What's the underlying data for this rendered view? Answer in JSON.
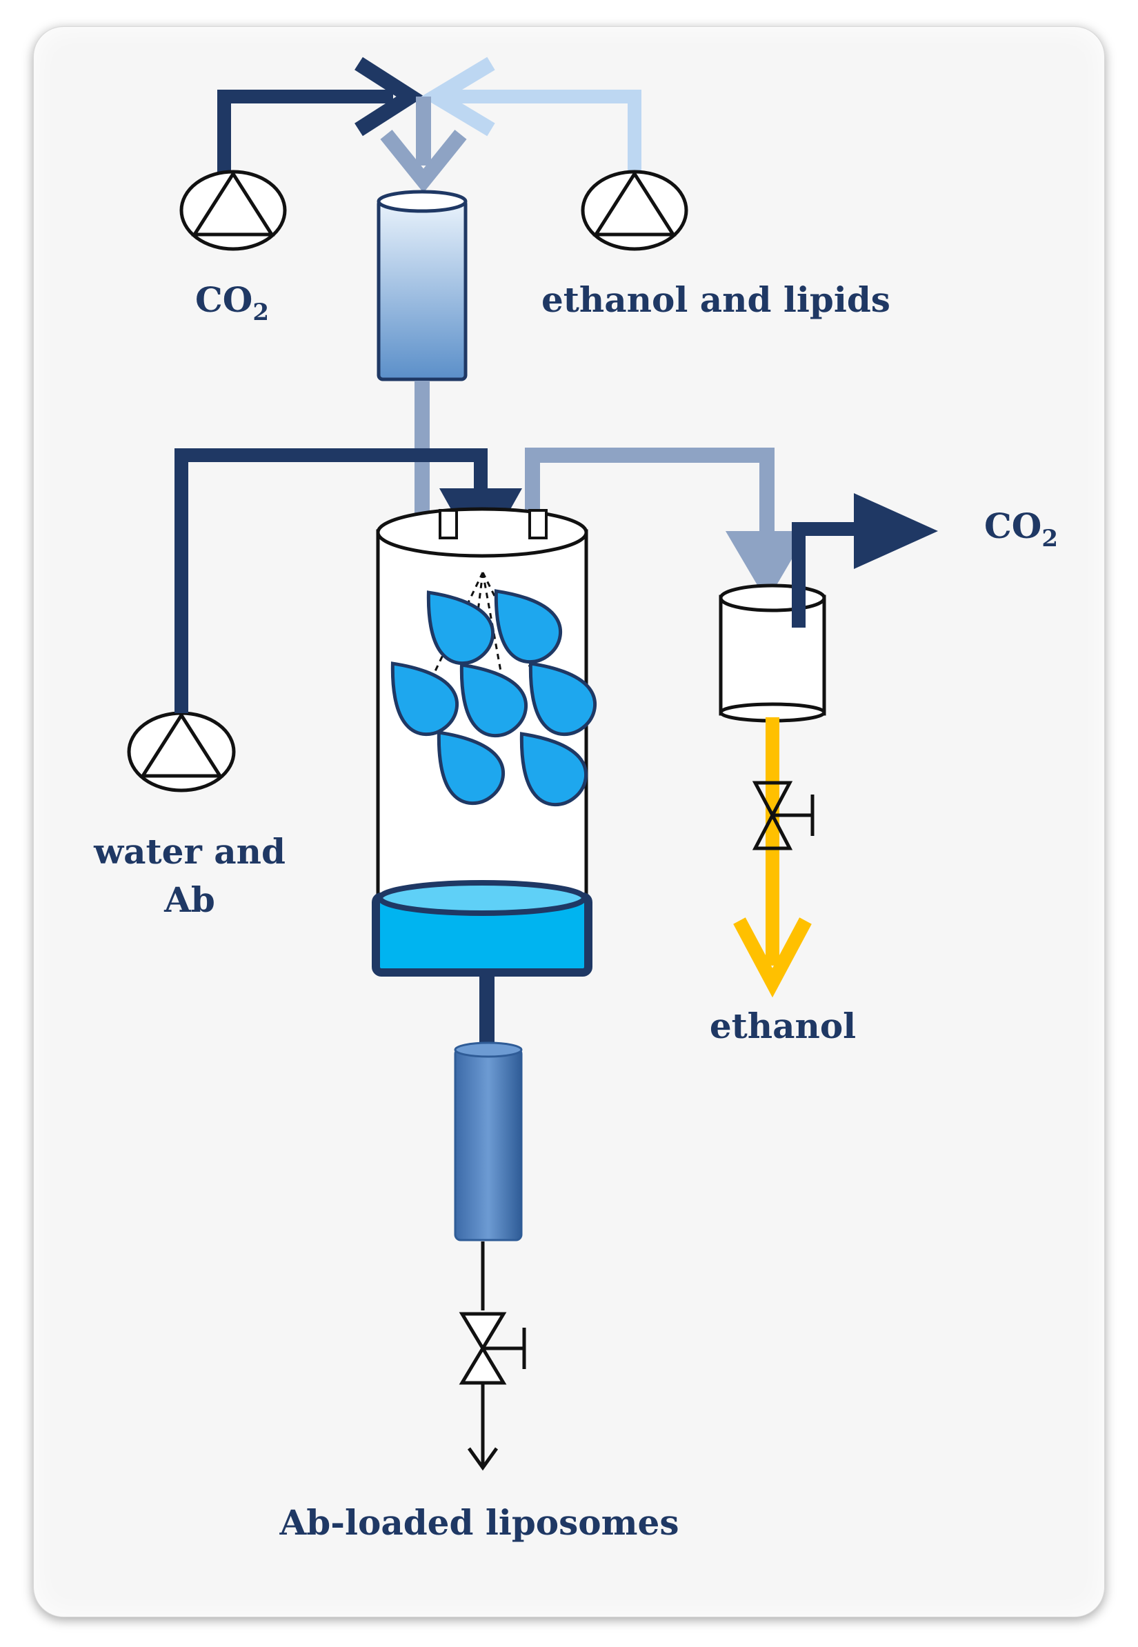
{
  "labels": {
    "co2_in": "CO",
    "co2_in_sub": "2",
    "ethanol_lipids": "ethanol and lipids",
    "water_ab_line1": "water and",
    "water_ab_line2": "Ab",
    "co2_out": "CO",
    "co2_out_sub": "2",
    "ethanol": "ethanol",
    "product": "Ab-loaded liposomes"
  },
  "colors": {
    "dark_navy": "#1f3864",
    "steel_blue": "#8ea3c4",
    "light_blue": "#bdd7f2",
    "droplet_blue": "#1ea7ee",
    "ethanol_yellow": "#ffc000"
  }
}
